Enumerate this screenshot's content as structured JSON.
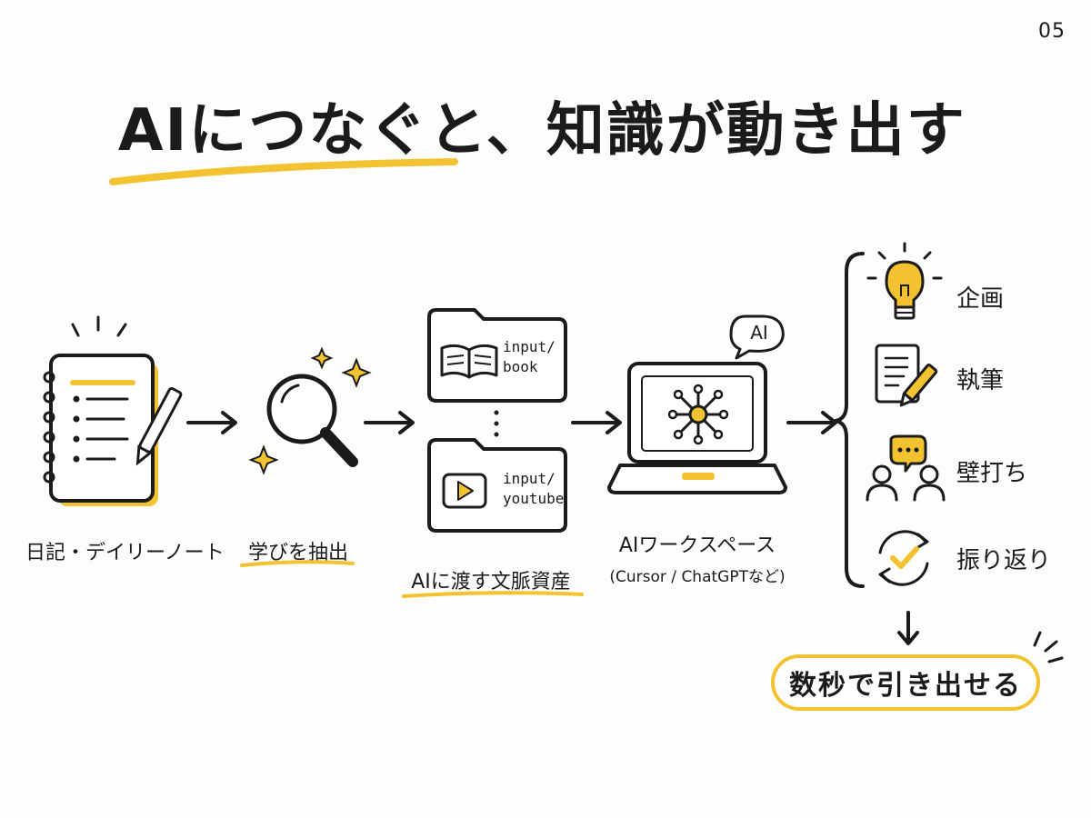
{
  "page_number": "05",
  "title": "AIにつなぐと、知識が動き出す",
  "steps": [
    {
      "label": "日記・デイリーノート",
      "icon": "notebook-icon"
    },
    {
      "label": "学びを抽出",
      "icon": "magnifier-icon"
    },
    {
      "label": "AIに渡す文脈資産",
      "icon": "folder-icon",
      "folders": [
        {
          "line1": "input/",
          "line2": "book",
          "icon": "book-icon"
        },
        {
          "line1": "input/",
          "line2": "youtube",
          "icon": "play-icon"
        }
      ]
    },
    {
      "label": "AIワークスペース",
      "sublabel": "(Cursor / ChatGPTなど)",
      "icon": "laptop-icon",
      "badge": "AI"
    }
  ],
  "outputs": [
    {
      "label": "企画",
      "icon": "lightbulb-icon"
    },
    {
      "label": "執筆",
      "icon": "document-pen-icon"
    },
    {
      "label": "壁打ち",
      "icon": "discussion-icon"
    },
    {
      "label": "振り返り",
      "icon": "cycle-check-icon"
    }
  ],
  "result": "数秒で引き出せる",
  "colors": {
    "accent": "#f2c230",
    "ink": "#1b1b1b",
    "background": "#fdfdfb"
  }
}
